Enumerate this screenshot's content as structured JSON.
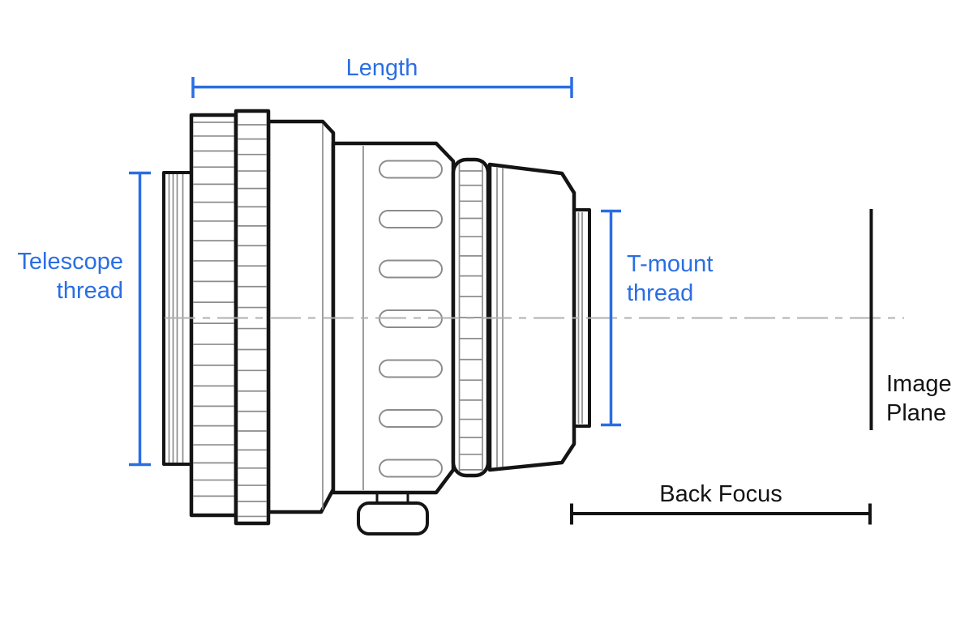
{
  "diagram": {
    "type": "technical-line-drawing",
    "subject": "Telescope camera lens side profile with dimension annotations",
    "colors": {
      "dimension_blue": "#2a6ee3",
      "outline_black": "#141414",
      "detail_gray": "#8c8c8c",
      "centerline_gray": "#b0b0b0",
      "background": "#ffffff"
    },
    "annotations": {
      "length": {
        "label": "Length",
        "color": "blue",
        "orientation": "horizontal"
      },
      "telescope_thread": {
        "label": "Telescope thread",
        "line1": "Telescope",
        "line2": "thread",
        "color": "blue",
        "orientation": "vertical"
      },
      "t_mount_thread": {
        "label": "T-mount thread",
        "line1": "T-mount",
        "line2": "thread",
        "color": "blue",
        "orientation": "vertical"
      },
      "back_focus": {
        "label": "Back Focus",
        "color": "black",
        "orientation": "horizontal"
      },
      "image_plane": {
        "label": "Image Plane",
        "line1": "Image",
        "line2": "Plane",
        "color": "black",
        "orientation": "vertical"
      }
    }
  }
}
